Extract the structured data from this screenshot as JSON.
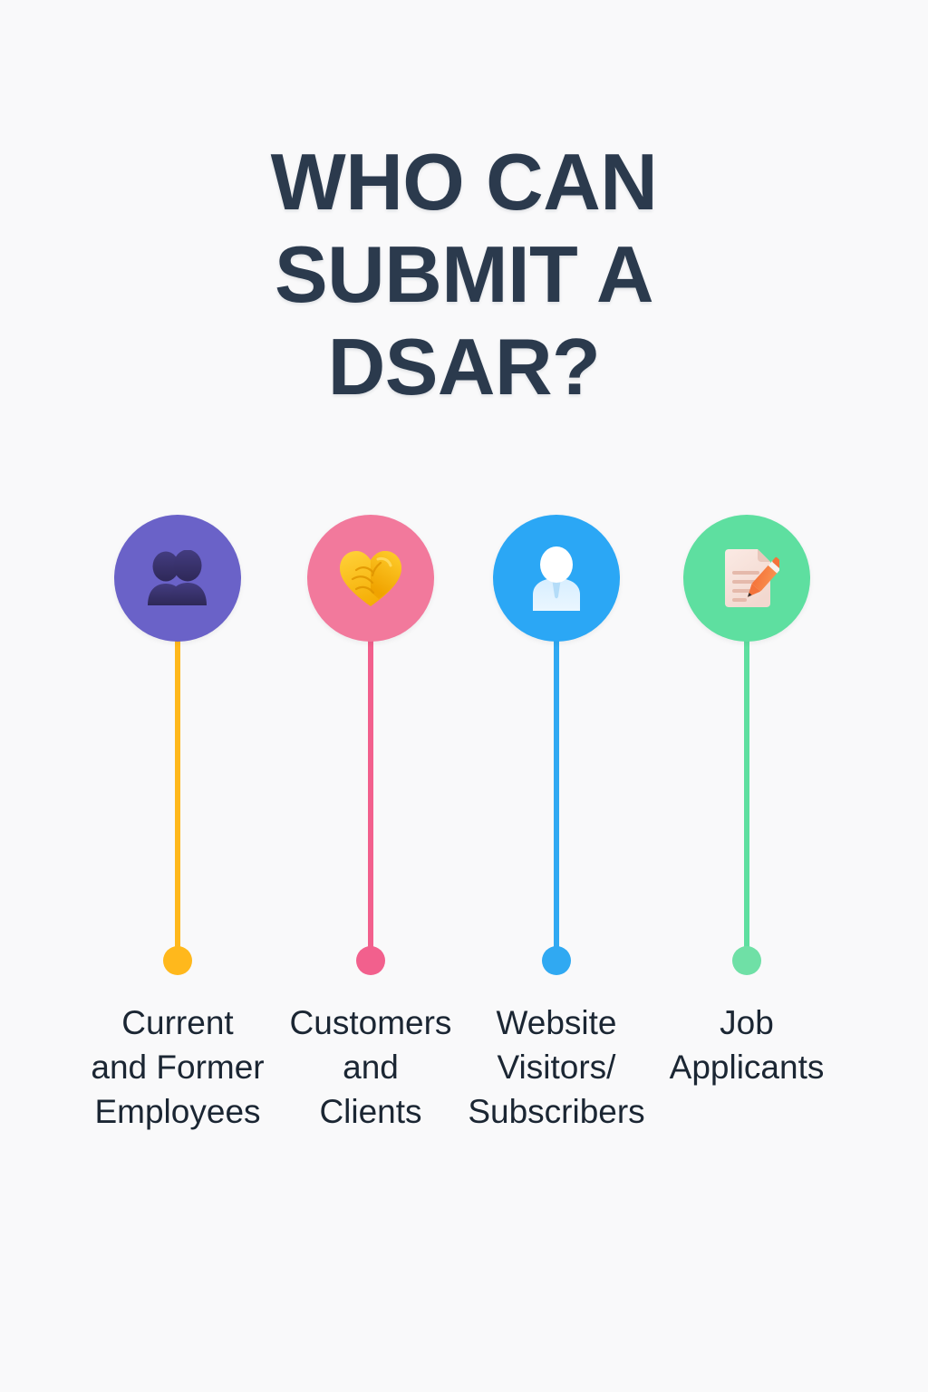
{
  "page": {
    "background_color": "#f9f9fa",
    "title_color": "#2b3a4d",
    "caption_color": "#1b2633"
  },
  "header": {
    "title_line_1": "WHO CAN",
    "title_line_2": "SUBMIT A",
    "title_line_3": "DSAR?",
    "title_full": "WHO CAN SUBMIT A DSAR?"
  },
  "categories": [
    {
      "id": "current-and-former-employees",
      "icon": "two-people-icon",
      "bubble_color": "#6a62c8",
      "icon_color": "#3b3470",
      "connector_color": "#ffb81c",
      "dot_color": "#ffb81c",
      "label_line_1": "Current",
      "label_line_2": "and Former",
      "label_line_3": "Employees",
      "label_full": "Current and Former Employees"
    },
    {
      "id": "customers-and-clients",
      "icon": "handshake-heart-icon",
      "bubble_color": "#f2799c",
      "icon_color": "#ffc31f",
      "connector_color": "#f2608d",
      "dot_color": "#f2608d",
      "label_line_1": "Customers",
      "label_line_2": "and",
      "label_line_3": "Clients",
      "label_full": "Customers and Clients"
    },
    {
      "id": "website-visitors-subscribers",
      "icon": "person-bust-icon",
      "bubble_color": "#2ba7f5",
      "icon_color": "#ffffff",
      "connector_color": "#30a9f2",
      "dot_color": "#30a9f2",
      "label_line_1": "Website",
      "label_line_2": "Visitors/",
      "label_line_3": "Subscribers",
      "label_full": "Website Visitors/ Subscribers"
    },
    {
      "id": "job-applicants",
      "icon": "memo-document-pencil-icon",
      "bubble_color": "#5edfa0",
      "icon_color": "#f5ded6",
      "connector_color": "#5edfa0",
      "dot_color": "#6fe0a6",
      "label_line_1": "Job",
      "label_line_2": "Applicants",
      "label_line_3": "",
      "label_full": "Job Applicants"
    }
  ]
}
